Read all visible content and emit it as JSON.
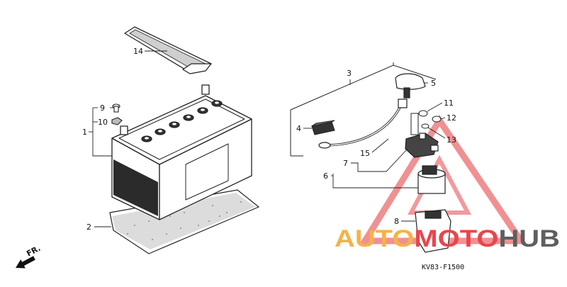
{
  "diagram": {
    "part_labels": {
      "p1": "1",
      "p2": "2",
      "p3": "3",
      "p4": "4",
      "p5": "5",
      "p6": "6",
      "p7": "7",
      "p8": "8",
      "p9": "9",
      "p10": "10",
      "p11": "11",
      "p12": "12",
      "p13": "13",
      "p14": "14",
      "p15": "15"
    },
    "direction_label": "FR.",
    "diagram_code": "KV83-F1500"
  },
  "watermark": {
    "word_part1": "AUTO",
    "word_part2": "MOTO",
    "word_part3": "HUB",
    "colors": {
      "orange": "#f5b24a",
      "red": "#e8464b",
      "gray": "#5f5f5f"
    }
  }
}
